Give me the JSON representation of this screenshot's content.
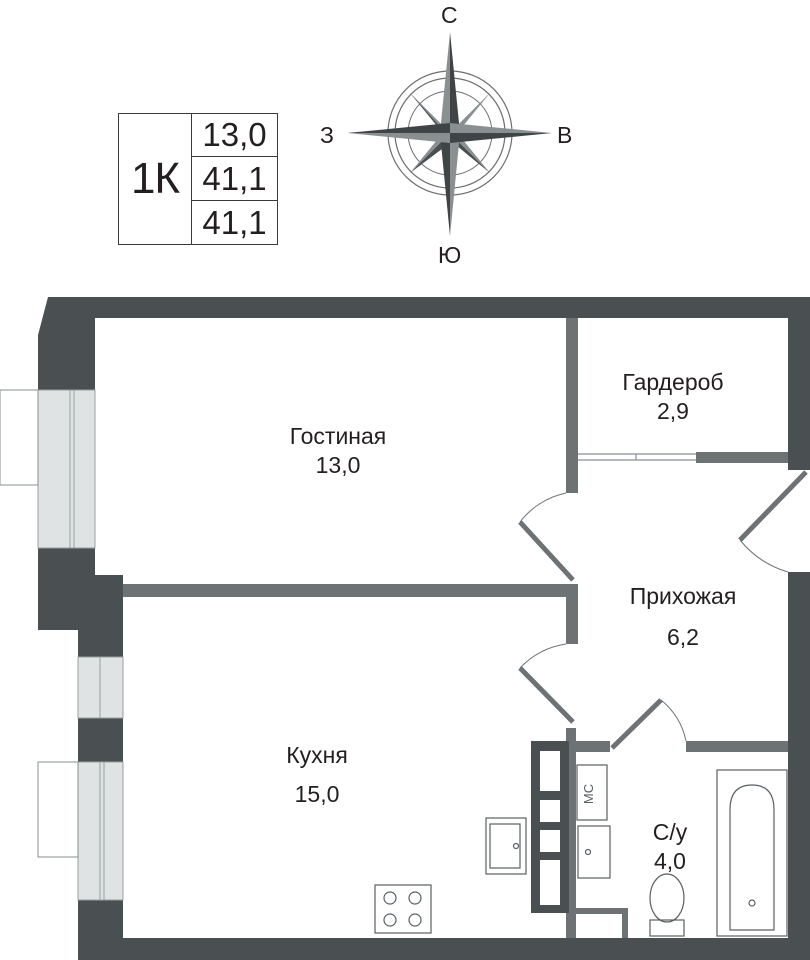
{
  "apartment": {
    "type": "1К",
    "living_area": "13,0",
    "total_area": "41,1",
    "total_area_2": "41,1"
  },
  "compass": {
    "north": "С",
    "south": "Ю",
    "west": "З",
    "east": "В"
  },
  "rooms": {
    "living": {
      "name": "Гостиная",
      "area": "13,0"
    },
    "wardrobe": {
      "name": "Гардероб",
      "area": "2,9"
    },
    "hall": {
      "name": "Прихожая",
      "area": "6,2"
    },
    "kitchen": {
      "name": "Кухня",
      "area": "15,0"
    },
    "bathroom": {
      "name": "С/у",
      "area": "4,0"
    }
  },
  "fixtures": {
    "washing_machine": "МС"
  },
  "colors": {
    "wall": "#4a4f52",
    "partition": "#6d7275",
    "window": "#dfe3e3",
    "line": "#5a5f62"
  }
}
